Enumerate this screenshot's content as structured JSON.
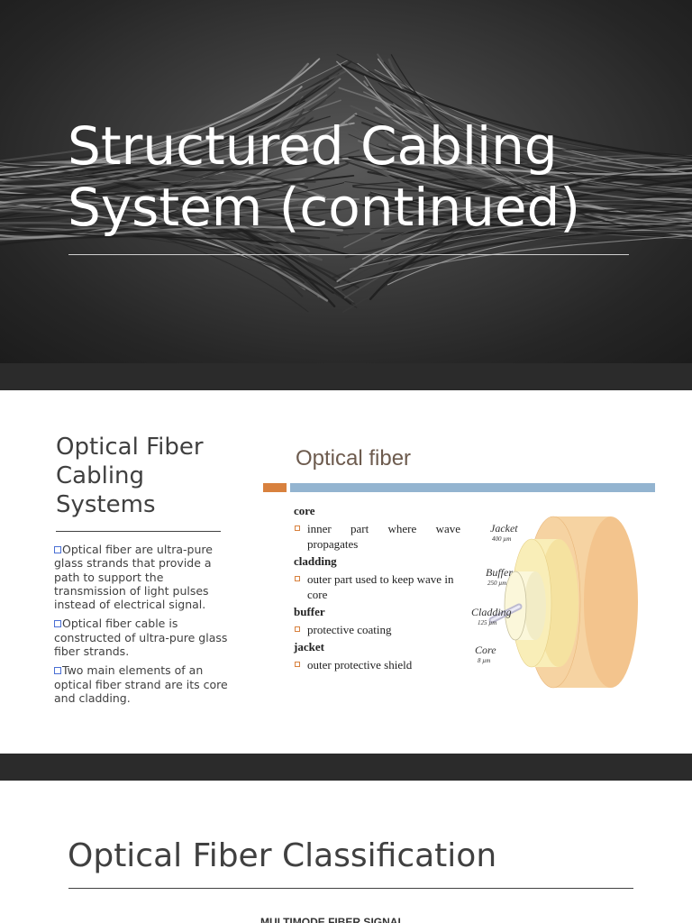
{
  "slide1": {
    "title": "Structured Cabling System (continued)"
  },
  "slide2": {
    "heading": "Optical Fiber Cabling Systems",
    "bullets": [
      "Optical fiber are ultra-pure glass strands that provide a path to support the transmission of light pulses instead of electrical signal.",
      "Optical fiber cable is constructed of ultra-pure glass fiber strands.",
      "Two main elements of an optical fiber strand are its core and cladding."
    ],
    "figure": {
      "title": "Optical fiber",
      "items": [
        {
          "term": "core",
          "definition": "inner part where wave propagates"
        },
        {
          "term": "cladding",
          "definition": "outer part used to keep wave in core"
        },
        {
          "term": "buffer",
          "definition": "protective coating"
        },
        {
          "term": "jacket",
          "definition": "outer protective shield"
        }
      ],
      "labels": {
        "jacket": "Jacket",
        "jacket_size": "400 µm",
        "buffer": "Buffer",
        "buffer_size": "250 µm",
        "cladding": "Cladding",
        "cladding_size": "125 µm",
        "core": "Core",
        "core_size": "8 µm"
      },
      "colors": {
        "jacket": "#f6d3a2",
        "buffer": "#f9eeb8",
        "cladding": "#fbf7da",
        "core": "#d9d7ec",
        "accent_orange": "#d8813e",
        "accent_blue": "#93b4d0"
      }
    }
  },
  "slide3": {
    "heading": "Optical Fiber Classification",
    "caption": "MULTIMODE FIBER SIGNAL"
  }
}
